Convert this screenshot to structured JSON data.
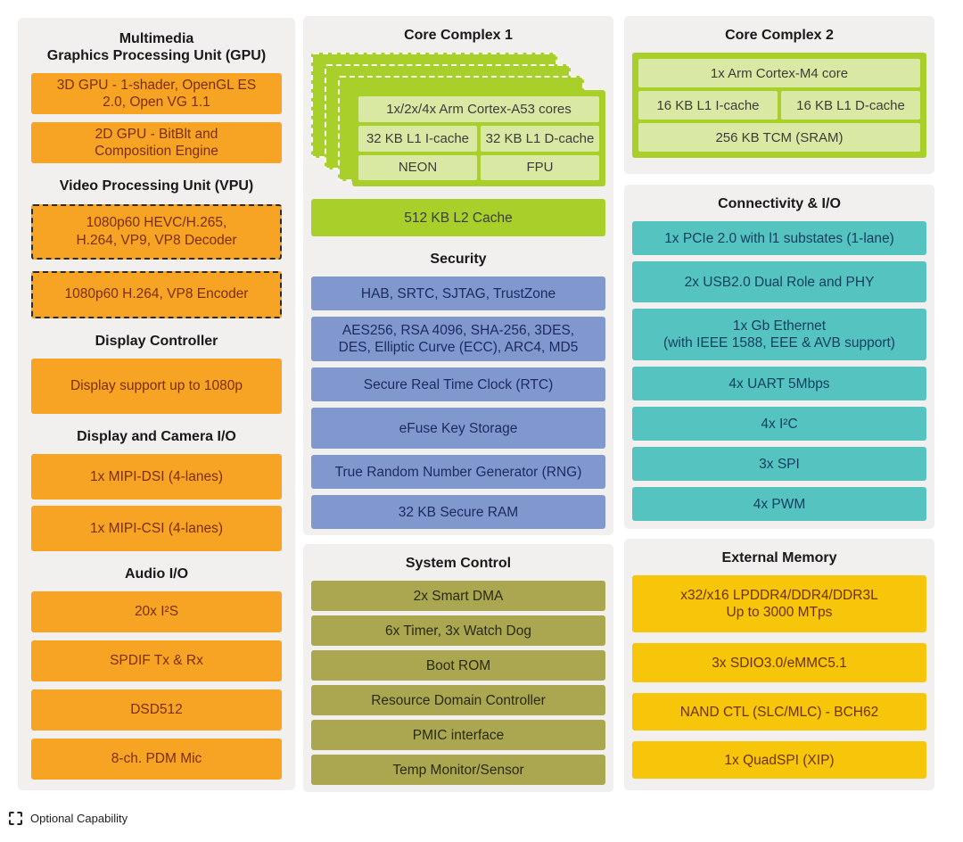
{
  "colors": {
    "panel": "#F1F0EE",
    "orange": "#F7A425",
    "orange_text": "#7B2E0E",
    "green": "#A8CF2A",
    "green_light": "#D9E9A3",
    "blue": "#8098CE",
    "blue_text": "#1C2A5E",
    "olive": "#ABA751",
    "teal": "#55C3C0",
    "teal_text": "#113E5F",
    "gold": "#F7C60A",
    "gold_text": "#6E3105"
  },
  "left": {
    "gpu_header": "Multimedia\nGraphics Processing Unit (GPU)",
    "gpu_blocks": [
      "3D GPU - 1-shader, OpenGL ES\n2.0, Open VG 1.1",
      "2D GPU - BitBlt and\nComposition Engine"
    ],
    "vpu_header": "Video Processing Unit (VPU)",
    "vpu_blocks": [
      "1080p60 HEVC/H.265,\nH.264, VP9, VP8 Decoder",
      "1080p60 H.264, VP8 Encoder"
    ],
    "display_header": "Display Controller",
    "display_blocks": [
      "Display support up to 1080p"
    ],
    "display_io_header": "Display and Camera I/O",
    "display_io_blocks": [
      "1x MIPI-DSI (4-lanes)",
      "1x MIPI-CSI (4-lanes)"
    ],
    "audio_header": "Audio I/O",
    "audio_blocks": [
      "20x I²S",
      "SPDIF Tx & Rx",
      "DSD512",
      "8-ch. PDM Mic"
    ]
  },
  "middle": {
    "cc1_header": "Core Complex 1",
    "cc1_core": "1x/2x/4x Arm Cortex-A53 cores",
    "cc1_icache": "32 KB L1 I-cache",
    "cc1_dcache": "32 KB L1 D-cache",
    "cc1_neon": "NEON",
    "cc1_fpu": "FPU",
    "cc1_l2": "512 KB L2 Cache",
    "security_header": "Security",
    "security_blocks": [
      "HAB, SRTC, SJTAG, TrustZone",
      "AES256, RSA 4096, SHA-256, 3DES,\nDES, Elliptic Curve (ECC), ARC4, MD5",
      "Secure Real Time Clock (RTC)",
      "eFuse Key Storage",
      "True Random Number Generator (RNG)",
      "32 KB Secure RAM"
    ],
    "sysctl_header": "System Control",
    "sysctl_blocks": [
      "2x Smart DMA",
      "6x Timer, 3x Watch Dog",
      "Boot ROM",
      "Resource Domain Controller",
      "PMIC interface",
      "Temp Monitor/Sensor"
    ]
  },
  "right": {
    "cc2_header": "Core Complex 2",
    "cc2_core": "1x Arm Cortex-M4 core",
    "cc2_icache": "16 KB L1 I-cache",
    "cc2_dcache": "16 KB L1 D-cache",
    "cc2_tcm": "256 KB TCM (SRAM)",
    "conn_header": "Connectivity & I/O",
    "conn_blocks": [
      "1x PCIe 2.0 with l1 substates (1-lane)",
      "2x USB2.0 Dual Role and PHY",
      "1x Gb Ethernet\n(with IEEE 1588, EEE & AVB support)",
      "4x UART 5Mbps",
      "4x I²C",
      "3x SPI",
      "4x PWM"
    ],
    "extmem_header": "External Memory",
    "extmem_blocks": [
      "x32/x16 LPDDR4/DDR4/DDR3L\nUp to 3000 MTps",
      "3x SDIO3.0/eMMC5.1",
      "NAND CTL (SLC/MLC) - BCH62",
      "1x QuadSPI (XIP)"
    ]
  },
  "legend": {
    "label": "Optional Capability"
  }
}
